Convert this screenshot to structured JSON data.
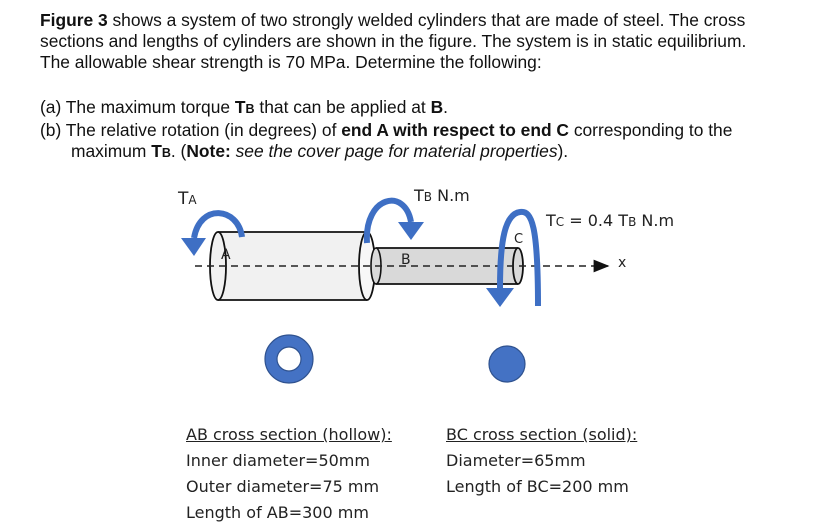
{
  "problem": {
    "intro": {
      "figure_ref": "Figure 3",
      "line1_rest": " shows a system of two strongly welded cylinders that are made of steel. The cross",
      "line2": "sections and lengths of cylinders are shown in the figure. The system is in static equilibrium.",
      "line3": "The allowable shear strength is 70 MPa. Determine the following:"
    },
    "part_a": {
      "prefix": "(a) The maximum torque ",
      "torque_symbol": "T",
      "torque_sub": "B",
      "middle": " that can be applied at ",
      "point": "B",
      "end": "."
    },
    "part_b": {
      "prefix": "(b) The relative rotation (in degrees) of ",
      "bold_phrase": "end A with respect to end C",
      "suffix": " corresponding to the",
      "line2_prefix": "maximum ",
      "torque_symbol": "T",
      "torque_sub": "B",
      "line2_mid": ". (",
      "note_label": "Note:",
      "note_text": " see the cover page for material properties",
      "line2_end": ")."
    }
  },
  "figure": {
    "torque_a_label": "T",
    "torque_a_sub": "A",
    "torque_b_label": "T",
    "torque_b_sub": "B",
    "torque_b_units": " N.m",
    "torque_c_label": "T",
    "torque_c_sub": "C",
    "torque_c_expr": " = 0.4 T",
    "torque_c_expr_sub": "B",
    "torque_c_units": "  N.m",
    "point_a": "A",
    "point_b": "B",
    "point_c": "C",
    "axis_label": "x",
    "colors": {
      "arrow_blue": "#3e6fc4",
      "cylinder_ab": "#f0f0f0",
      "cylinder_bc": "#d9d9d9",
      "section_fill": "#4472c4"
    }
  },
  "sections": {
    "ab": {
      "title": "AB cross section (hollow):",
      "inner": "Inner diameter=50mm",
      "outer": "Outer diameter=75 mm",
      "length": "Length of AB=300 mm"
    },
    "bc": {
      "title": "BC cross section (solid):",
      "diameter": "Diameter=65mm",
      "length": "Length of BC=200 mm"
    }
  }
}
